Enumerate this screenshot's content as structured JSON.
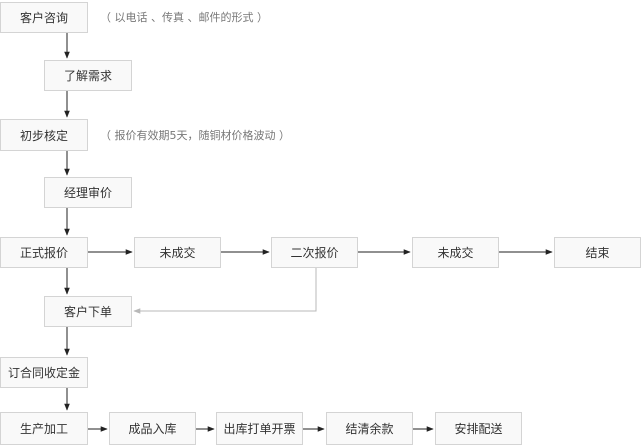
{
  "nodes": {
    "consult": "客户咨询",
    "understand": "了解需求",
    "initial": "初步核定",
    "manager": "经理审价",
    "quote": "正式报价",
    "fail1": "未成交",
    "second": "二次报价",
    "fail2": "未成交",
    "end": "结束",
    "order": "客户下单",
    "contract": "订合同收定金",
    "produce": "生产加工",
    "stock": "成品入库",
    "invoice": "出库打单开票",
    "settle": "结清余款",
    "deliver": "安排配送"
  },
  "notes": {
    "consult": "（ 以电话 、传真 、邮件的形式 ）",
    "initial": "（ 报价有效期5天，随铜材价格波动 ）"
  },
  "colors": {
    "box_fill": "#f9f9f9",
    "box_border": "#d4d4d4",
    "arrow": "#222222",
    "return_line": "#b8b8b8"
  }
}
